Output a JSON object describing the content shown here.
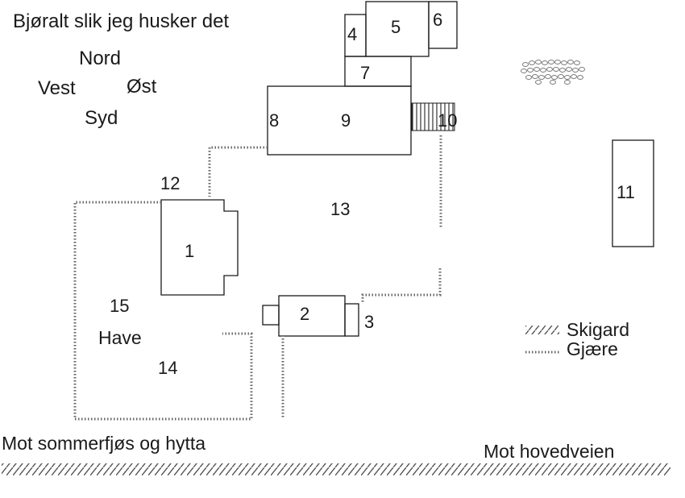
{
  "title": "Bjøralt slik jeg husker det",
  "compass": {
    "north": "Nord",
    "west": "Vest",
    "east": "Øst",
    "south": "Syd"
  },
  "buildings": [
    "1",
    "2",
    "3",
    "4",
    "5",
    "6",
    "7",
    "8",
    "9",
    "10",
    "11"
  ],
  "areas": {
    "yard": "13",
    "twelve": "12",
    "fourteen": "14",
    "fifteen": "15",
    "garden": "Have"
  },
  "legend": {
    "skigard": "Skigard",
    "gjaere": "Gjære"
  },
  "directions": {
    "southwest": "Mot sommerfjøs og hytta",
    "southeast": "Mot hovedveien"
  },
  "colors": {
    "ink": "#1a1a1a",
    "paper": "#ffffff",
    "hatch": "#555555"
  }
}
